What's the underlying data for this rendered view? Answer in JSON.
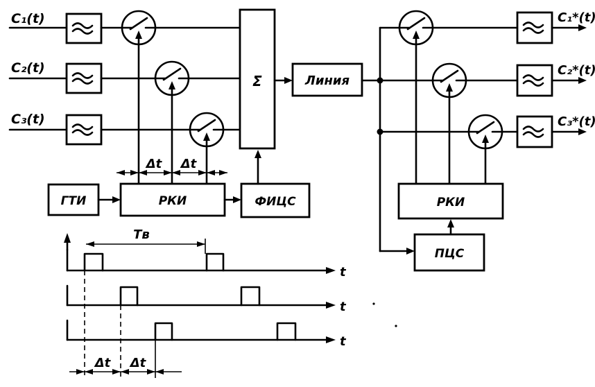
{
  "inputs": {
    "c1": "C₁(t)",
    "c2": "C₂(t)",
    "c3": "C₃(t)"
  },
  "outputs": {
    "c1": "C₁*(t)",
    "c2": "C₂*(t)",
    "c3": "C₃*(t)"
  },
  "blocks": {
    "sum": "Σ",
    "line": "Линия",
    "gti": "ГТИ",
    "rki_tx": "РКИ",
    "fics": "ФИЦС",
    "rki_rx": "РКИ",
    "pcs": "ПЦС"
  },
  "delay_labels": {
    "top_1": "Δt",
    "top_2": "Δt",
    "bottom_1": "Δt",
    "bottom_2": "Δt"
  },
  "timing": {
    "period": "Tв",
    "axis_1": "t",
    "axis_2": "t",
    "axis_3": "t"
  }
}
